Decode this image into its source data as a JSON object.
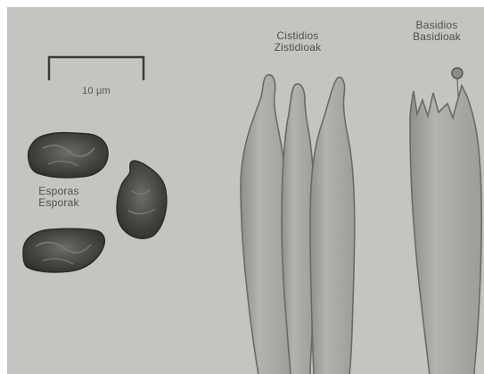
{
  "scale_bar": {
    "label": "10 µm"
  },
  "spores": {
    "label_es": "Esporas",
    "label_eu": "Esporak"
  },
  "cystidia": {
    "label_es": "Cistidios",
    "label_eu": "Zistidioak"
  },
  "basidia": {
    "label_es": "Basidios",
    "label_eu": "Basidioak"
  },
  "colors": {
    "background": "#c4c5c1",
    "spore_fill": "#4a4c48",
    "cell_fill": "#a9aaa5",
    "cell_outline": "#6a6b67"
  }
}
